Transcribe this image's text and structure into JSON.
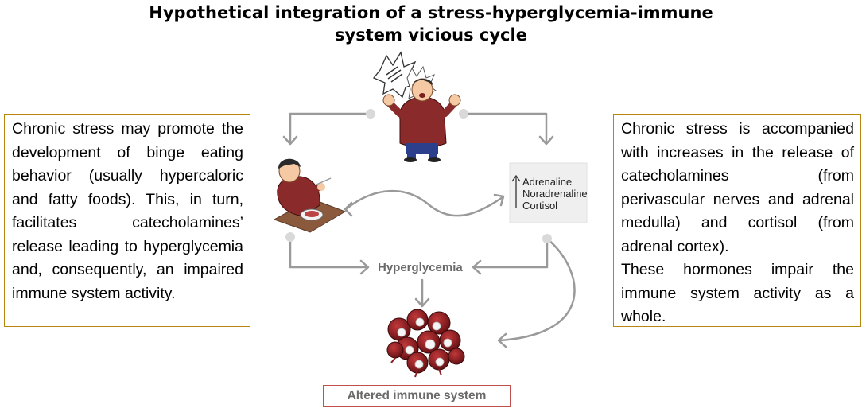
{
  "title": {
    "line1": "Hypothetical integration of a stress-hyperglycemia-immune",
    "line2": "system vicious cycle"
  },
  "left_box": {
    "paragraphs": [
      "Chronic stress may promote the development of binge eating behavior (usually hypercaloric and fatty foods). This, in turn, facilitates catecholamines’ release leading to hyperglycemia and, consequently, an impaired immune system activity."
    ]
  },
  "right_box": {
    "paragraphs": [
      "Chronic stress is accompanied with increases in the release of catecholamines (from perivascular nerves and adrenal medulla) and cortisol (from adrenal cortex).",
      "These hormones impair the immune system activity as a whole."
    ]
  },
  "hormones": [
    "Adrenaline",
    "Noradrenaline",
    "Cortisol"
  ],
  "hyperglycemia_label": "Hyperglycemia",
  "immune_label": "Altered immune system",
  "icons": [
    "stressed-person-icon",
    "binge-eating-person-icon",
    "up-arrow-icon",
    "immune-cells-icon"
  ],
  "colors": {
    "box_border": "#b8860b",
    "immune_box_border": "#c0504d",
    "arrow": "#9a9a9a",
    "shirt": "#8b2a2a",
    "cells": "#8a1f22"
  }
}
